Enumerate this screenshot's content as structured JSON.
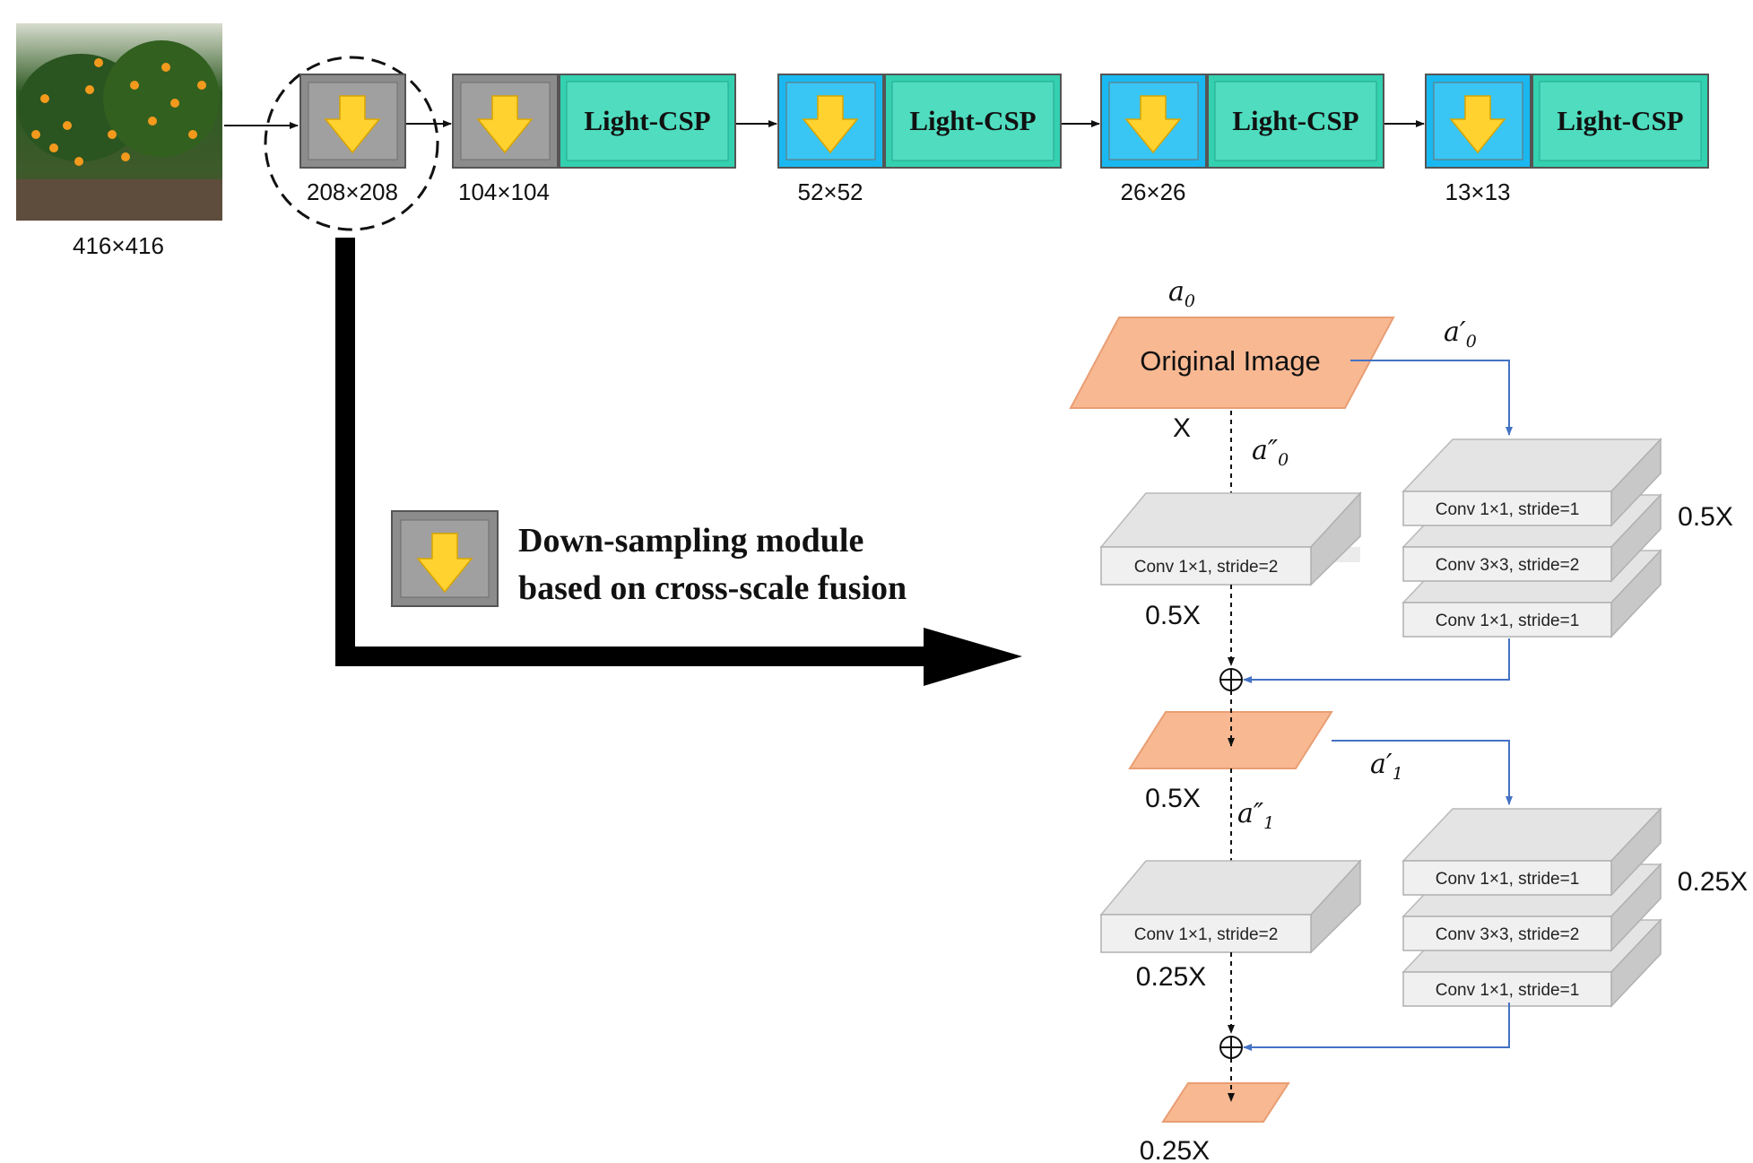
{
  "pipeline": {
    "input_size": "416×416",
    "stages": [
      {
        "type": "downsample-gray",
        "size": "208×208",
        "has_csp": false
      },
      {
        "type": "downsample-gray",
        "size": "104×104",
        "has_csp": true,
        "csp_label": "Light-CSP"
      },
      {
        "type": "downsample-blue",
        "size": "52×52",
        "has_csp": true,
        "csp_label": "Light-CSP"
      },
      {
        "type": "downsample-blue",
        "size": "26×26",
        "has_csp": true,
        "csp_label": "Light-CSP"
      },
      {
        "type": "downsample-blue",
        "size": "13×13",
        "has_csp": true,
        "csp_label": "Light-CSP"
      }
    ]
  },
  "legend": {
    "line1": "Down-sampling module",
    "line2": "based on cross-scale fusion"
  },
  "module": {
    "a0": "a",
    "a0_sub": "0",
    "a0p": "a′",
    "a0p_sub": "0",
    "a0pp": "a″",
    "a0pp_sub": "0",
    "a1p": "a′",
    "a1p_sub": "1",
    "a1pp": "a″",
    "a1pp_sub": "1",
    "original_image": "Original Image",
    "scale_x": "X",
    "scale_half_left": "0.5X",
    "scale_half_right": "0.5X",
    "scale_half_feature": "0.5X",
    "scale_quarter_left": "0.25X",
    "scale_quarter_right": "0.25X",
    "scale_quarter_feature": "0.25X",
    "conv_s2_a": "Conv 1×1, stride=2",
    "conv_s2_b": "Conv 1×1, stride=2",
    "stack1": [
      "Conv 1×1, stride=1",
      "Conv 3×3, stride=2",
      "Conv 1×1, stride=1"
    ],
    "stack2": [
      "Conv 1×1, stride=1",
      "Conv 3×3, stride=2",
      "Conv 1×1, stride=1"
    ],
    "sum_symbol": "⊕"
  },
  "colors": {
    "gray_block": "#8c8c8c",
    "blue_block": "#1ab8f0",
    "teal_block": "#33d1b0",
    "arrow_yellow": "#ffd230",
    "salmon": "#f8b892",
    "conv_gray": "#dcdcdc",
    "blue_line": "#4472c4"
  }
}
